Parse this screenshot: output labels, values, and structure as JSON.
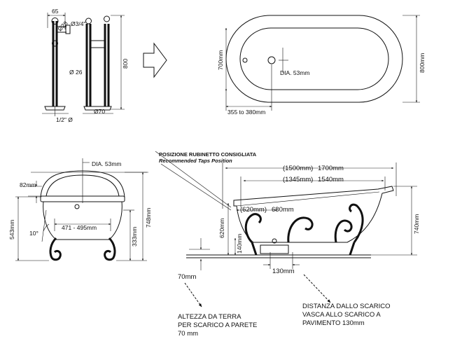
{
  "pipes": {
    "d65": "65",
    "d3_4": "Ø3/4\"",
    "d28": "Ø28",
    "d26": "Ø 26",
    "h800": "800",
    "d1_2": "1/2\" Ø",
    "d70": "Ø70"
  },
  "top_view": {
    "width": "700mm",
    "length": "800mm",
    "drain_dia": "DIA. 53mm",
    "drain_offset": "355 to 380mm"
  },
  "end_view": {
    "drain_dia": "DIA. 53mm",
    "rim": "82mm",
    "height_inner": "543mm",
    "height_total": "748mm",
    "feet_span": "471 - 495mm",
    "foot_height": "333mm",
    "angle": "10°"
  },
  "side_view": {
    "tap_note_it": "POSIZIONE RUBINETTO CONSIGLIATA",
    "tap_note_en": "Recommended Taps Position",
    "len_outer_bracket": "(1500mm)",
    "len_outer": "1700mm",
    "len_inner_bracket": "(1345mm)",
    "len_inner": "1540mm",
    "depth_bracket": "(620mm)",
    "depth": "680mm",
    "height_total": "740mm",
    "h620": "620mm",
    "h140": "140mm",
    "drain_dist": "130mm"
  },
  "notes": {
    "wall_drain_value": "70mm",
    "wall_drain_line1": "ALTEZZA DA TERRA",
    "wall_drain_line2": "PER SCARICO A PARETE",
    "wall_drain_line3": "70 mm",
    "floor_drain_line1": "DISTANZA DALLO SCARICO",
    "floor_drain_line2": "VASCA ALLO  SCARICO A",
    "floor_drain_line3": "PAVIMENTO 130mm"
  }
}
